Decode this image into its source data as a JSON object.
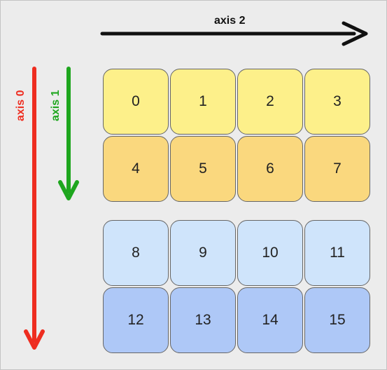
{
  "axis_labels": {
    "axis0": "axis 0",
    "axis1": "axis 1",
    "axis2": "axis 2"
  },
  "colors": {
    "axis0": "#ee2d20",
    "axis1": "#1ea61e",
    "axis2": "#111111",
    "block0_row0": "#fdf08a",
    "block0_row1": "#fad87e",
    "block1_row0": "#cfe4fb",
    "block1_row1": "#aec8f7"
  },
  "blocks": [
    {
      "rows": [
        {
          "cells": [
            "0",
            "1",
            "2",
            "3"
          ]
        },
        {
          "cells": [
            "4",
            "5",
            "6",
            "7"
          ]
        }
      ]
    },
    {
      "rows": [
        {
          "cells": [
            "8",
            "9",
            "10",
            "11"
          ]
        },
        {
          "cells": [
            "12",
            "13",
            "14",
            "15"
          ]
        }
      ]
    }
  ]
}
